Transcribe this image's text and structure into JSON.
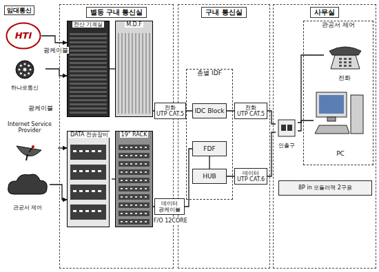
{
  "diagram": {
    "nodes": [
      {
        "text": [
          "HTI"
        ]
      },
      {
        "text": [
          "하나로통신"
        ]
      },
      {
        "text": [
          "Internet Service Provider"
        ]
      },
      {
        "text": [
          "관공서 제어"
        ]
      },
      {
        "text": [
          "별동 구내 통신실"
        ]
      },
      {
        "text": [
          "전산 기계실"
        ],
        "in": 4
      },
      {
        "text": [
          "M.D.F"
        ],
        "in": 4
      },
      {
        "text": [
          "DATA 전송장비"
        ],
        "in": 4
      },
      {
        "text": [
          "19\" RACK"
        ],
        "in": 4
      },
      {
        "text": [
          "전화",
          "UTP CAT.5"
        ]
      },
      {
        "text": [
          "데이터",
          "광케이블"
        ]
      },
      {
        "text": [
          "구내 통신실"
        ]
      },
      {
        "text": [
          "층별 IDF"
        ],
        "in": 11
      },
      {
        "text": [
          "IDC Block"
        ],
        "in": 12
      },
      {
        "text": [
          "FDF"
        ],
        "in": 12
      },
      {
        "text": [
          "HUB"
        ],
        "in": 12
      },
      {
        "text": [
          "전화",
          "UTP CAT.5"
        ],
        "in": 11
      },
      {
        "text": [
          "데이터",
          "UTP CAT.6"
        ],
        "in": 11
      },
      {
        "text": [
          "사무실"
        ]
      },
      {
        "text": [
          "관공서 제어"
        ],
        "in": 18
      },
      {
        "text": [
          "전화"
        ],
        "in": 19
      },
      {
        "text": [
          "PC"
        ],
        "in": 19
      },
      {
        "text": [
          "인출구"
        ],
        "in": 18
      },
      {
        "text": [
          "8P in 모듈러잭 2구용"
        ],
        "in": 18
      }
    ],
    "edges": [
      {
        "from": 0,
        "to": 5,
        "arrow": "to"
      },
      {
        "from": 1,
        "to": 5,
        "arrow": "to"
      },
      {
        "from": 2,
        "to": 7,
        "arrow": "to"
      },
      {
        "from": 3,
        "to": 7,
        "arrow": "to"
      },
      {
        "from": 5,
        "to": 6,
        "arrow": "none"
      },
      {
        "from": 7,
        "to": 8,
        "arrow": "none"
      },
      {
        "from": 6,
        "to": 13,
        "arrow": "none"
      },
      {
        "from": 8,
        "to": 14,
        "arrow": "none"
      },
      {
        "from": 14,
        "to": 15,
        "arrow": "none"
      },
      {
        "from": 13,
        "to": 22,
        "arrow": "none"
      },
      {
        "from": 15,
        "to": 22,
        "arrow": "none"
      },
      {
        "from": 22,
        "to": 20,
        "arrow": "none"
      },
      {
        "from": 22,
        "to": 21,
        "arrow": "none"
      }
    ],
    "labels": [
      "임대통신",
      "광케이블",
      "광케이블",
      "F/O 12CORE"
    ]
  }
}
